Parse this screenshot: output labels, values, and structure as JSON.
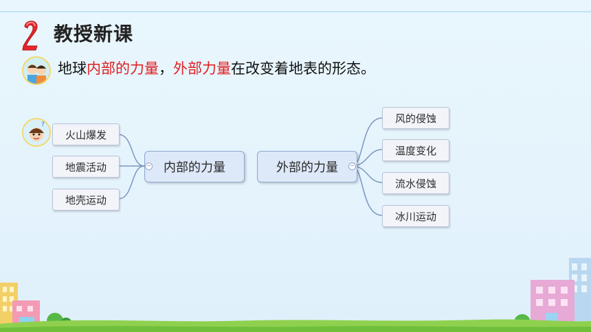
{
  "header": {
    "title": "教授新课"
  },
  "statement": {
    "part1": "地球",
    "part2": "内部的力量",
    "part3": "，",
    "part4": "外部力量",
    "part5": "在改变着地表的形态。"
  },
  "mindmap": {
    "internal": {
      "label": "内部的力量",
      "children": [
        "火山爆发",
        "地震活动",
        "地壳运动"
      ]
    },
    "external": {
      "label": "外部的力量",
      "children": [
        "风的侵蚀",
        "温度变化",
        "流水侵蚀",
        "冰川运动"
      ]
    }
  },
  "colors": {
    "highlight": "#e02020",
    "node_bg": "#f3f4fa",
    "center_bg": "#dde8f8",
    "link": "#7d96c2"
  }
}
